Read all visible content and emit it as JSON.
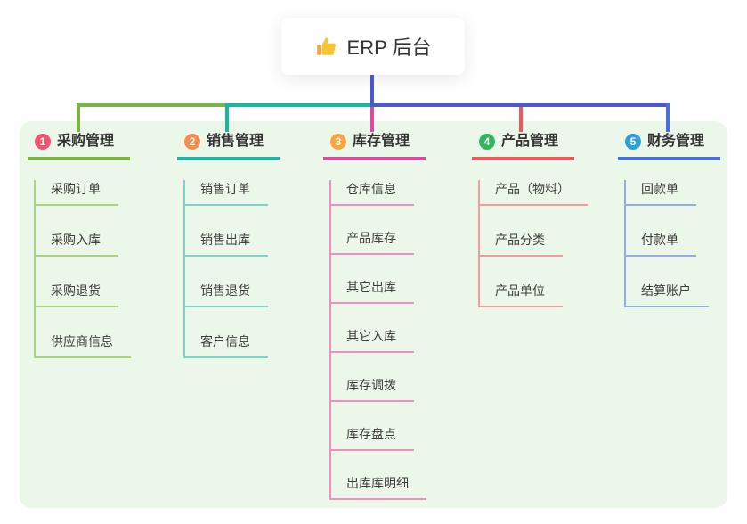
{
  "root": {
    "label": "ERP 后台",
    "icon": "thumbs-up"
  },
  "branches": [
    {
      "index": "1",
      "label": "采购管理",
      "color": "#7cb342",
      "light": "#abd47f",
      "badge": "#f4536b",
      "children": [
        "采购订单",
        "采购入库",
        "采购退货",
        "供应商信息"
      ]
    },
    {
      "index": "2",
      "label": "销售管理",
      "color": "#1ab5a3",
      "light": "#7fd2c6",
      "badge": "#f78c50",
      "children": [
        "销售订单",
        "销售出库",
        "销售退货",
        "客户信息"
      ]
    },
    {
      "index": "3",
      "label": "库存管理",
      "color": "#dd4a9d",
      "light": "#ee8ec4",
      "badge": "#f9a63d",
      "children": [
        "仓库信息",
        "产品库存",
        "其它出库",
        "其它入库",
        "库存调拨",
        "库存盘点",
        "出库库明细"
      ]
    },
    {
      "index": "4",
      "label": "产品管理",
      "color": "#f4545e",
      "light": "#f79ba1",
      "badge": "#2eb75c",
      "children": [
        "产品（物料）",
        "产品分类",
        "产品单位"
      ]
    },
    {
      "index": "5",
      "label": "财务管理",
      "color": "#4a6fdc",
      "light": "#96abe8",
      "badge": "#2da0da",
      "children": [
        "回款单",
        "付款单",
        "结算账户"
      ]
    }
  ],
  "colors": {
    "canvas_bg": "#ffffff",
    "panel_bg": "#ebf7e8",
    "root_card_bg": "#ffffff",
    "root_connector": "#4c58d0",
    "node_text": "#333333",
    "child_text": "#3c3c3c",
    "thumb_icon": "#f7c531",
    "thumb_icon_dark": "#f0a93a"
  }
}
